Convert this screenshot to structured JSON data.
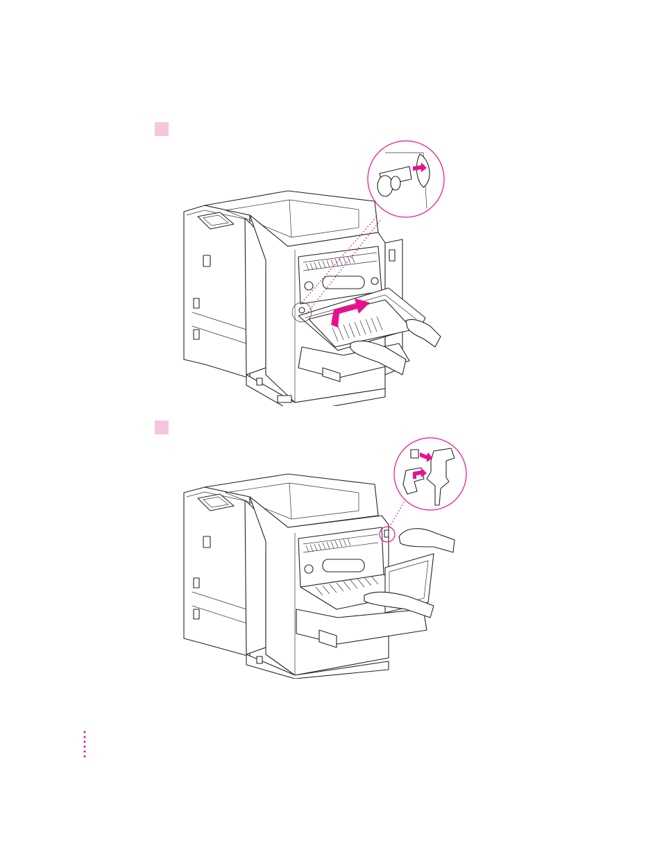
{
  "colors": {
    "accent": "#e8108c",
    "step_marker": "#f6c6df"
  },
  "steps": [
    {
      "marker": "pink-square",
      "figure": "printer-duplex-unit-insert-illustration"
    },
    {
      "marker": "pink-square",
      "figure": "printer-duplex-unit-latch-illustration"
    }
  ],
  "margin": {
    "marker": "dotted-margin-rule"
  }
}
